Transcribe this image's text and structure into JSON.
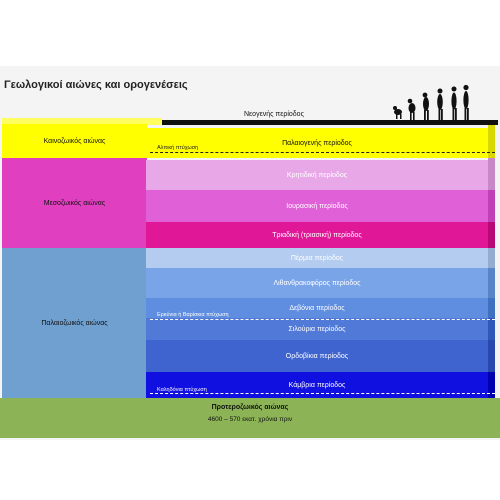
{
  "title": "Γεωλογικοί αιώνες και ορογενέσεις",
  "eras": [
    {
      "id": "cenozoic",
      "label": "Καινοζωικός αιώνας",
      "color": "#ffff00"
    },
    {
      "id": "mesozoic",
      "label": "Μεσοζωικός αιώνας",
      "color": "#e040c0"
    },
    {
      "id": "paleozoic",
      "label": "Παλαιοζωικός αιώνας",
      "color": "#6fa0d0"
    }
  ],
  "periods": {
    "neogene": "Νεογενής περίοδος",
    "paleogene": "Παλαιογενής περίοδος",
    "cretaceous": "Κρητιδική περίοδος",
    "jurassic": "Ιουρασική περίοδος",
    "triassic": "Τριαδική (τριασική) περίοδος",
    "permian": "Πέρμια περίοδος",
    "carboniferous": "Λιθανθρακοφόρος περίοδος",
    "devonian": "Δεβόνια περίοδος",
    "silurian": "Σιλούρια περίοδος",
    "ordovician": "Ορδοβίκια περίοδος",
    "cambrian": "Κάμβρια περίοδος"
  },
  "orogenies": {
    "alpine": "Αλπική πτύχωση",
    "hercynian": "Ερκύνια ή Βαρίσκια πτύχωση",
    "caledonian": "Καληδόνια πτύχωση"
  },
  "proterozoic": {
    "label": "Προτεροζωικός αιώνας",
    "range": "4600 – 570 εκατ. χρόνια πριν",
    "color": "#8cb457"
  },
  "colors": {
    "cenozoic": "#ffff00",
    "mesozoic_light": "#e8a8e8",
    "mesozoic_mid": "#e060d8",
    "mesozoic_dark": "#e01898",
    "paleozoic_light": "#b4ccf0",
    "paleozoic_mid": "#7aa4e8",
    "paleozoic_dark": "#3f64d0",
    "paleozoic_deepest": "#1010e0"
  },
  "icons": {
    "evolution": "human-evolution-icon"
  }
}
